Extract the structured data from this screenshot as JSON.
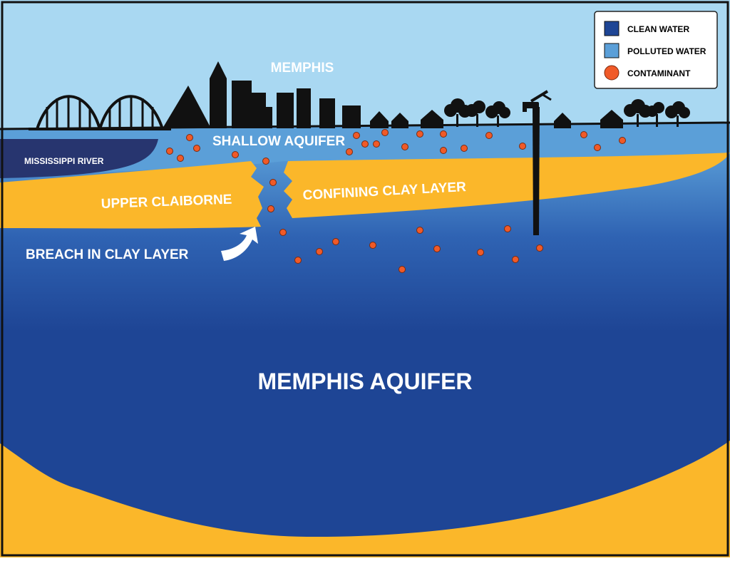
{
  "labels": {
    "city": "MEMPHIS",
    "shallow_aquifer": "SHALLOW AQUIFER",
    "river": "MISSISSIPPI RIVER",
    "upper_claiborne": "UPPER CLAIBORNE",
    "confining_clay": "CONFINING CLAY LAYER",
    "breach": "BREACH IN CLAY LAYER",
    "memphis_aquifer": "MEMPHIS AQUIFER"
  },
  "legend": [
    {
      "label": "CLEAN WATER",
      "swatch": "square",
      "color": "#1e4595"
    },
    {
      "label": "POLLUTED WATER",
      "swatch": "square",
      "color": "#5b9fd8"
    },
    {
      "label": "CONTAMINANT",
      "swatch": "circle",
      "color": "#f05a28"
    }
  ],
  "colors": {
    "sky": "#a9d8f2",
    "polluted_water": "#5b9fd8",
    "clean_water": "#1e4595",
    "river": "#27356f",
    "clay_sand": "#fbb72a",
    "contaminant": "#f05a28",
    "skyline": "#111111"
  },
  "icons": [
    "bridge-icon",
    "skyline-icon",
    "house-icon",
    "tree-icon",
    "well-pump-icon",
    "arrow-icon"
  ]
}
